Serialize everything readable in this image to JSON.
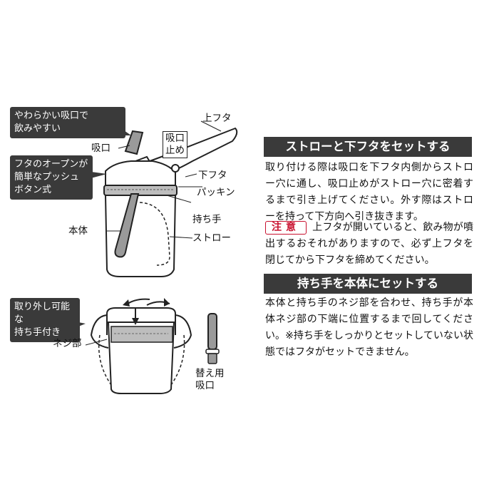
{
  "callouts": {
    "soft_mouthpiece": "やわらかい吸口で\n飲みやすい",
    "push_button": "フタのオープンが\n簡単なプッシュ\nボタン式",
    "removable_handle": "取り外し可能な\n持ち手付き"
  },
  "labels": {
    "mouthpiece": "吸口",
    "mouthpiece_stopper": "吸口\n止め",
    "upper_lid": "上フタ",
    "lower_lid": "下フタ",
    "gasket": "パッキン",
    "handle": "持ち手",
    "body": "本体",
    "straw": "ストロー",
    "thread": "ネジ部",
    "replacement_mouthpiece": "替え用\n吸口"
  },
  "sections": [
    {
      "title": "ストローと下フタをセットする",
      "text": "取り付ける際は吸口を下フタ内側からストロー穴に通し、吸口止めがストロー穴に密着するまで引き上げてください。外す際はストローを持って下方向へ引き抜きます。"
    },
    {
      "caution_label": "注意",
      "text": "上フタが開いていると、飲み物が噴出するおそれがありますので、必ず上フタを閉じてから下フタを締めてください。"
    },
    {
      "title": "持ち手を本体にセットする",
      "text": "本体と持ち手のネジ部を合わせ、持ち手が本体ネジ部の下端に位置するまで回してください。※持ち手をしっかりとセットしていない状態ではフタがセットできません。"
    }
  ],
  "colors": {
    "header_bg": "#3a3a3a",
    "caution": "#c8102e",
    "gray_part": "#9a9a9a"
  }
}
